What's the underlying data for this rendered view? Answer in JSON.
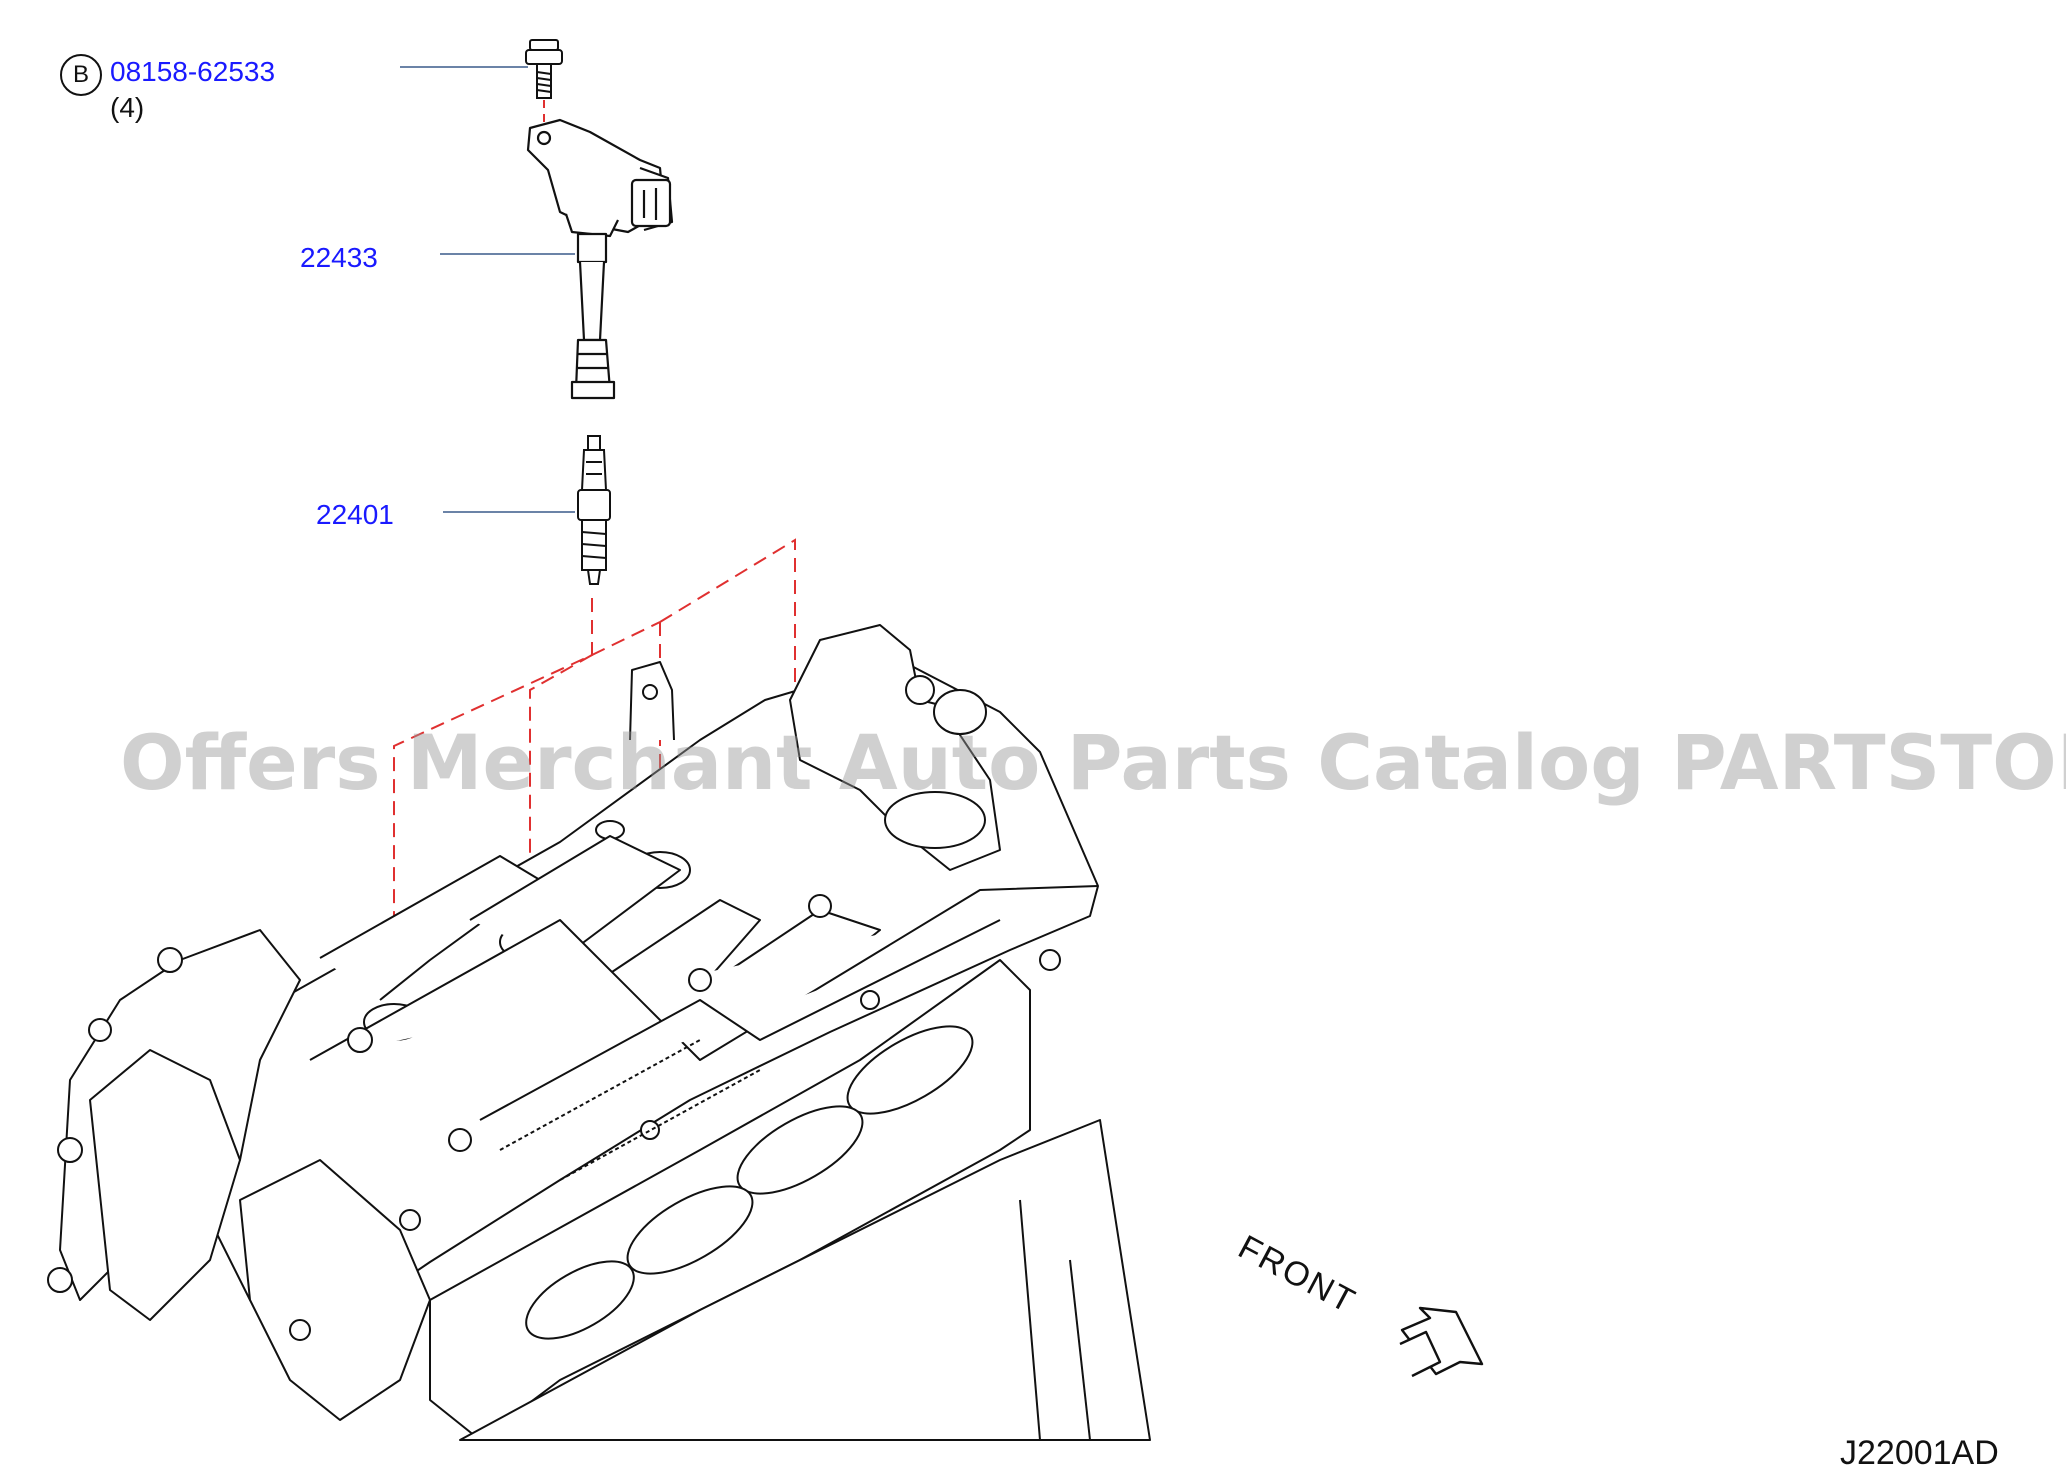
{
  "parts": {
    "bolt": {
      "badge": "B",
      "number": "08158-62533",
      "quantity": "(4)"
    },
    "ignition_coil": {
      "number": "22433"
    },
    "spark_plug": {
      "number": "22401"
    }
  },
  "orientation": {
    "label": "FRONT"
  },
  "diagram_code": "J22001AD",
  "watermark": "Offers Merchant Auto Parts Catalog PARTSTORE.SA",
  "colors": {
    "callout": "#1a1aff",
    "linework": "#111111",
    "phantom_line": "#e03030",
    "watermark": "#969696"
  }
}
